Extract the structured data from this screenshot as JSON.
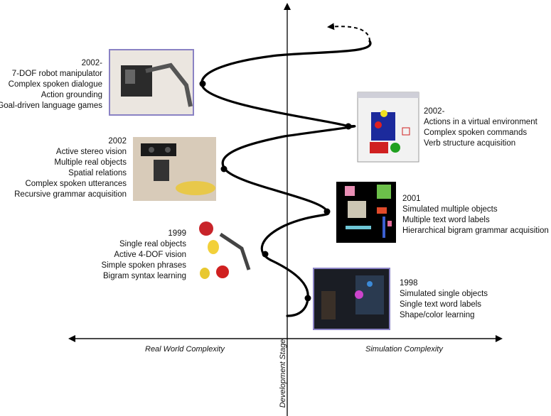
{
  "stages": [
    {
      "id": "s2002_real",
      "lines": [
        "2002-",
        "7-DOF robot manipulator",
        "Complex spoken dialogue",
        "Action grounding",
        "Goal-driven language games"
      ]
    },
    {
      "id": "s2002_sim",
      "lines": [
        "2002-",
        "Actions in a virtual environment",
        "Complex spoken commands",
        "Verb structure acquisition"
      ]
    },
    {
      "id": "s2002_stereo",
      "lines": [
        "2002",
        "Active stereo vision",
        "Multiple real objects",
        "Spatial relations",
        "Complex spoken utterances",
        "Recursive grammar acquisition"
      ]
    },
    {
      "id": "s2001",
      "lines": [
        "2001",
        "Simulated multiple objects",
        "Multiple text word labels",
        "Hierarchical bigram grammar acquisition"
      ]
    },
    {
      "id": "s1999",
      "lines": [
        "1999",
        "Single real objects",
        "Active 4-DOF vision",
        "Simple spoken phrases",
        "Bigram syntax learning"
      ]
    },
    {
      "id": "s1998",
      "lines": [
        "1998",
        "Simulated single objects",
        "Single text word labels",
        "Shape/color learning"
      ]
    }
  ],
  "axes": {
    "left_label": "Real World Complexity",
    "right_label": "Simulation Complexity",
    "vertical_label": "Development Stage"
  },
  "colors": {
    "curve": "#000000",
    "photo_frame": "#8a82c4"
  }
}
